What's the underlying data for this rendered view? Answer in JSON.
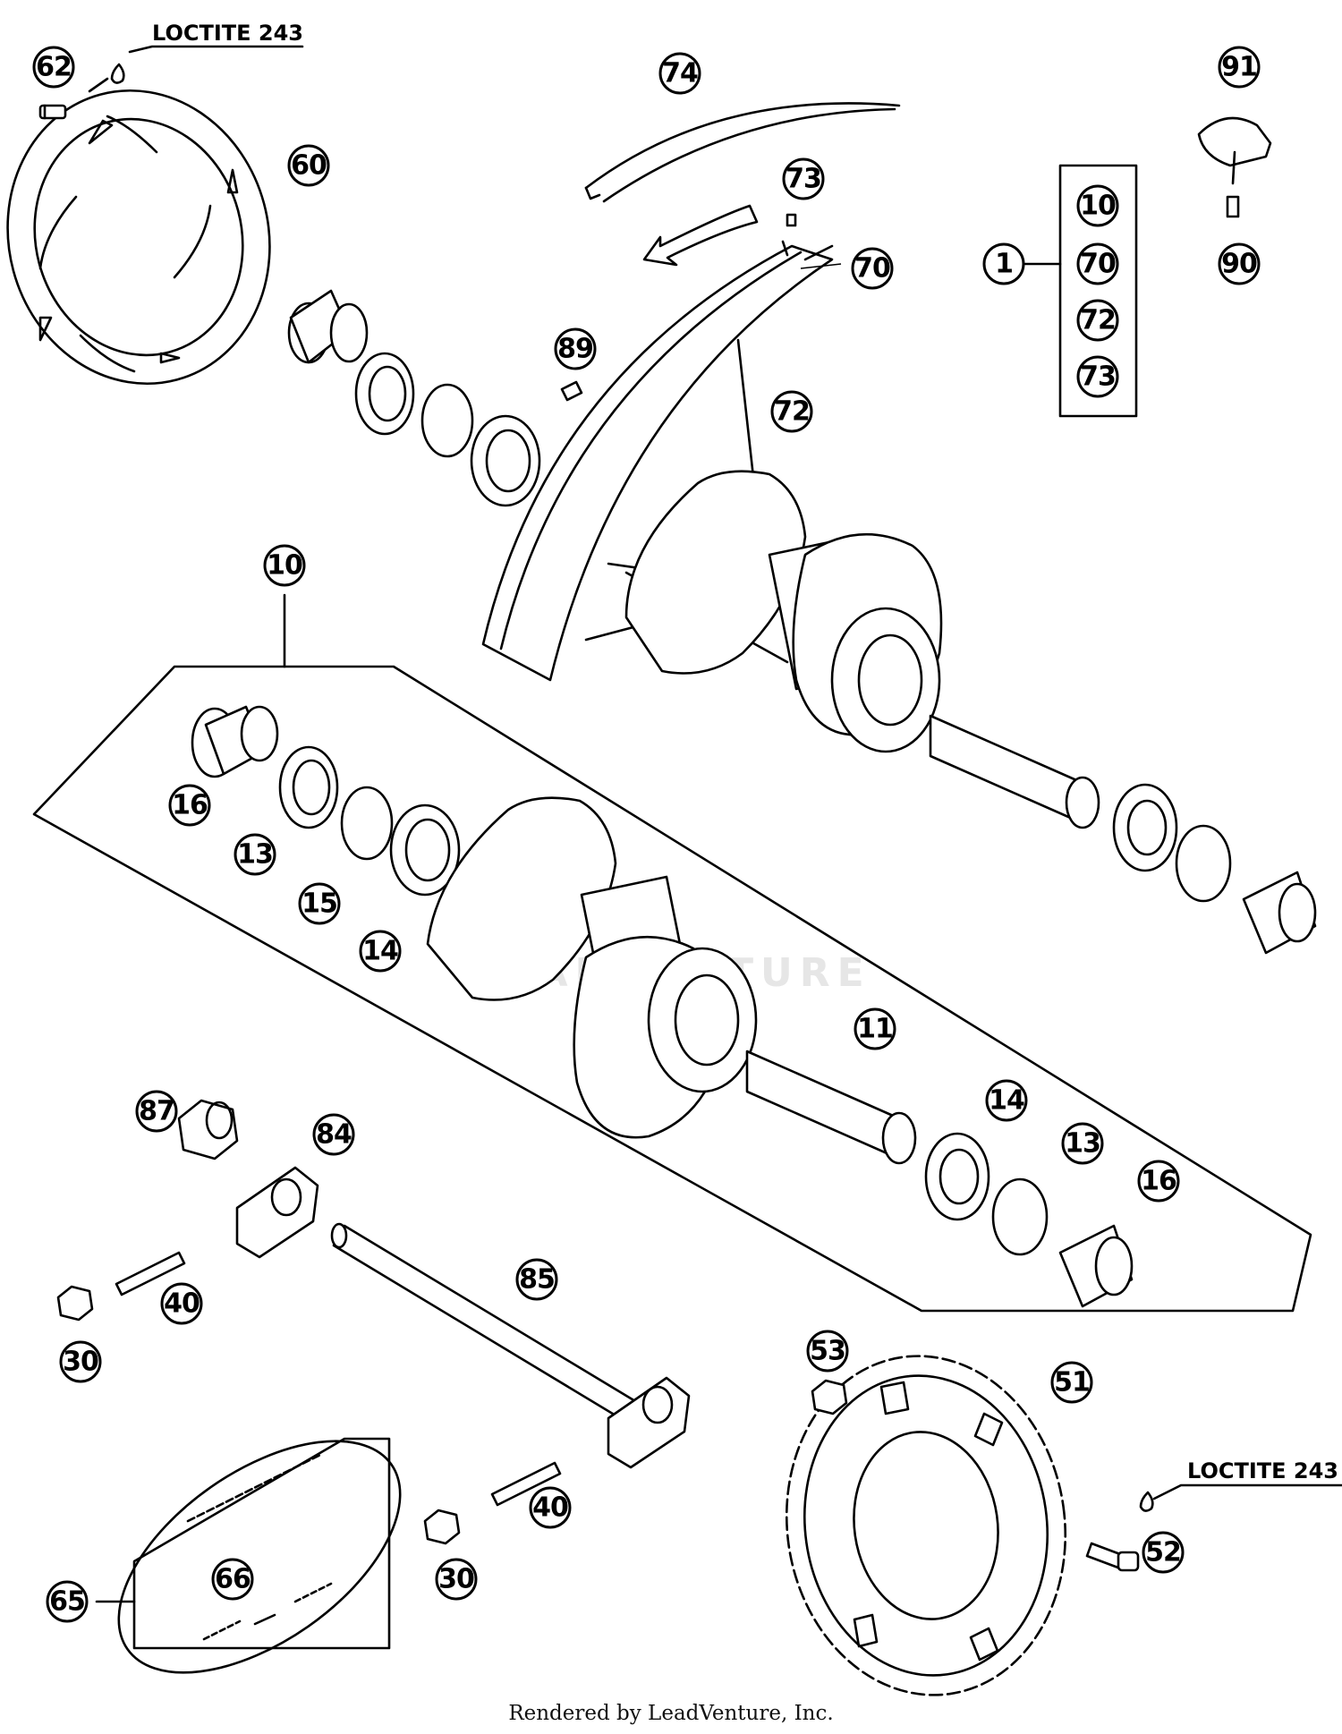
{
  "notes": {
    "loctite_top": "LOCTITE 243",
    "loctite_bottom": "LOCTITE 243"
  },
  "watermark": "LEADVENTURE",
  "footer": "Rendered by LeadVenture, Inc.",
  "kit": {
    "label": "1",
    "items": [
      "10",
      "70",
      "72",
      "73"
    ]
  },
  "callouts": {
    "c62": "62",
    "c60": "60",
    "c74": "74",
    "c73": "73",
    "c70": "70",
    "c89": "89",
    "c72": "72",
    "c91": "91",
    "c90": "90",
    "c10": "10",
    "c16a": "16",
    "c13a": "13",
    "c15": "15",
    "c14a": "14",
    "c11": "11",
    "c14b": "14",
    "c13b": "13",
    "c16b": "16",
    "c87": "87",
    "c84": "84",
    "c85": "85",
    "c40a": "40",
    "c30a": "30",
    "c53": "53",
    "c51": "51",
    "c52": "52",
    "c40b": "40",
    "c30b": "30",
    "c65": "65",
    "c66": "66"
  }
}
